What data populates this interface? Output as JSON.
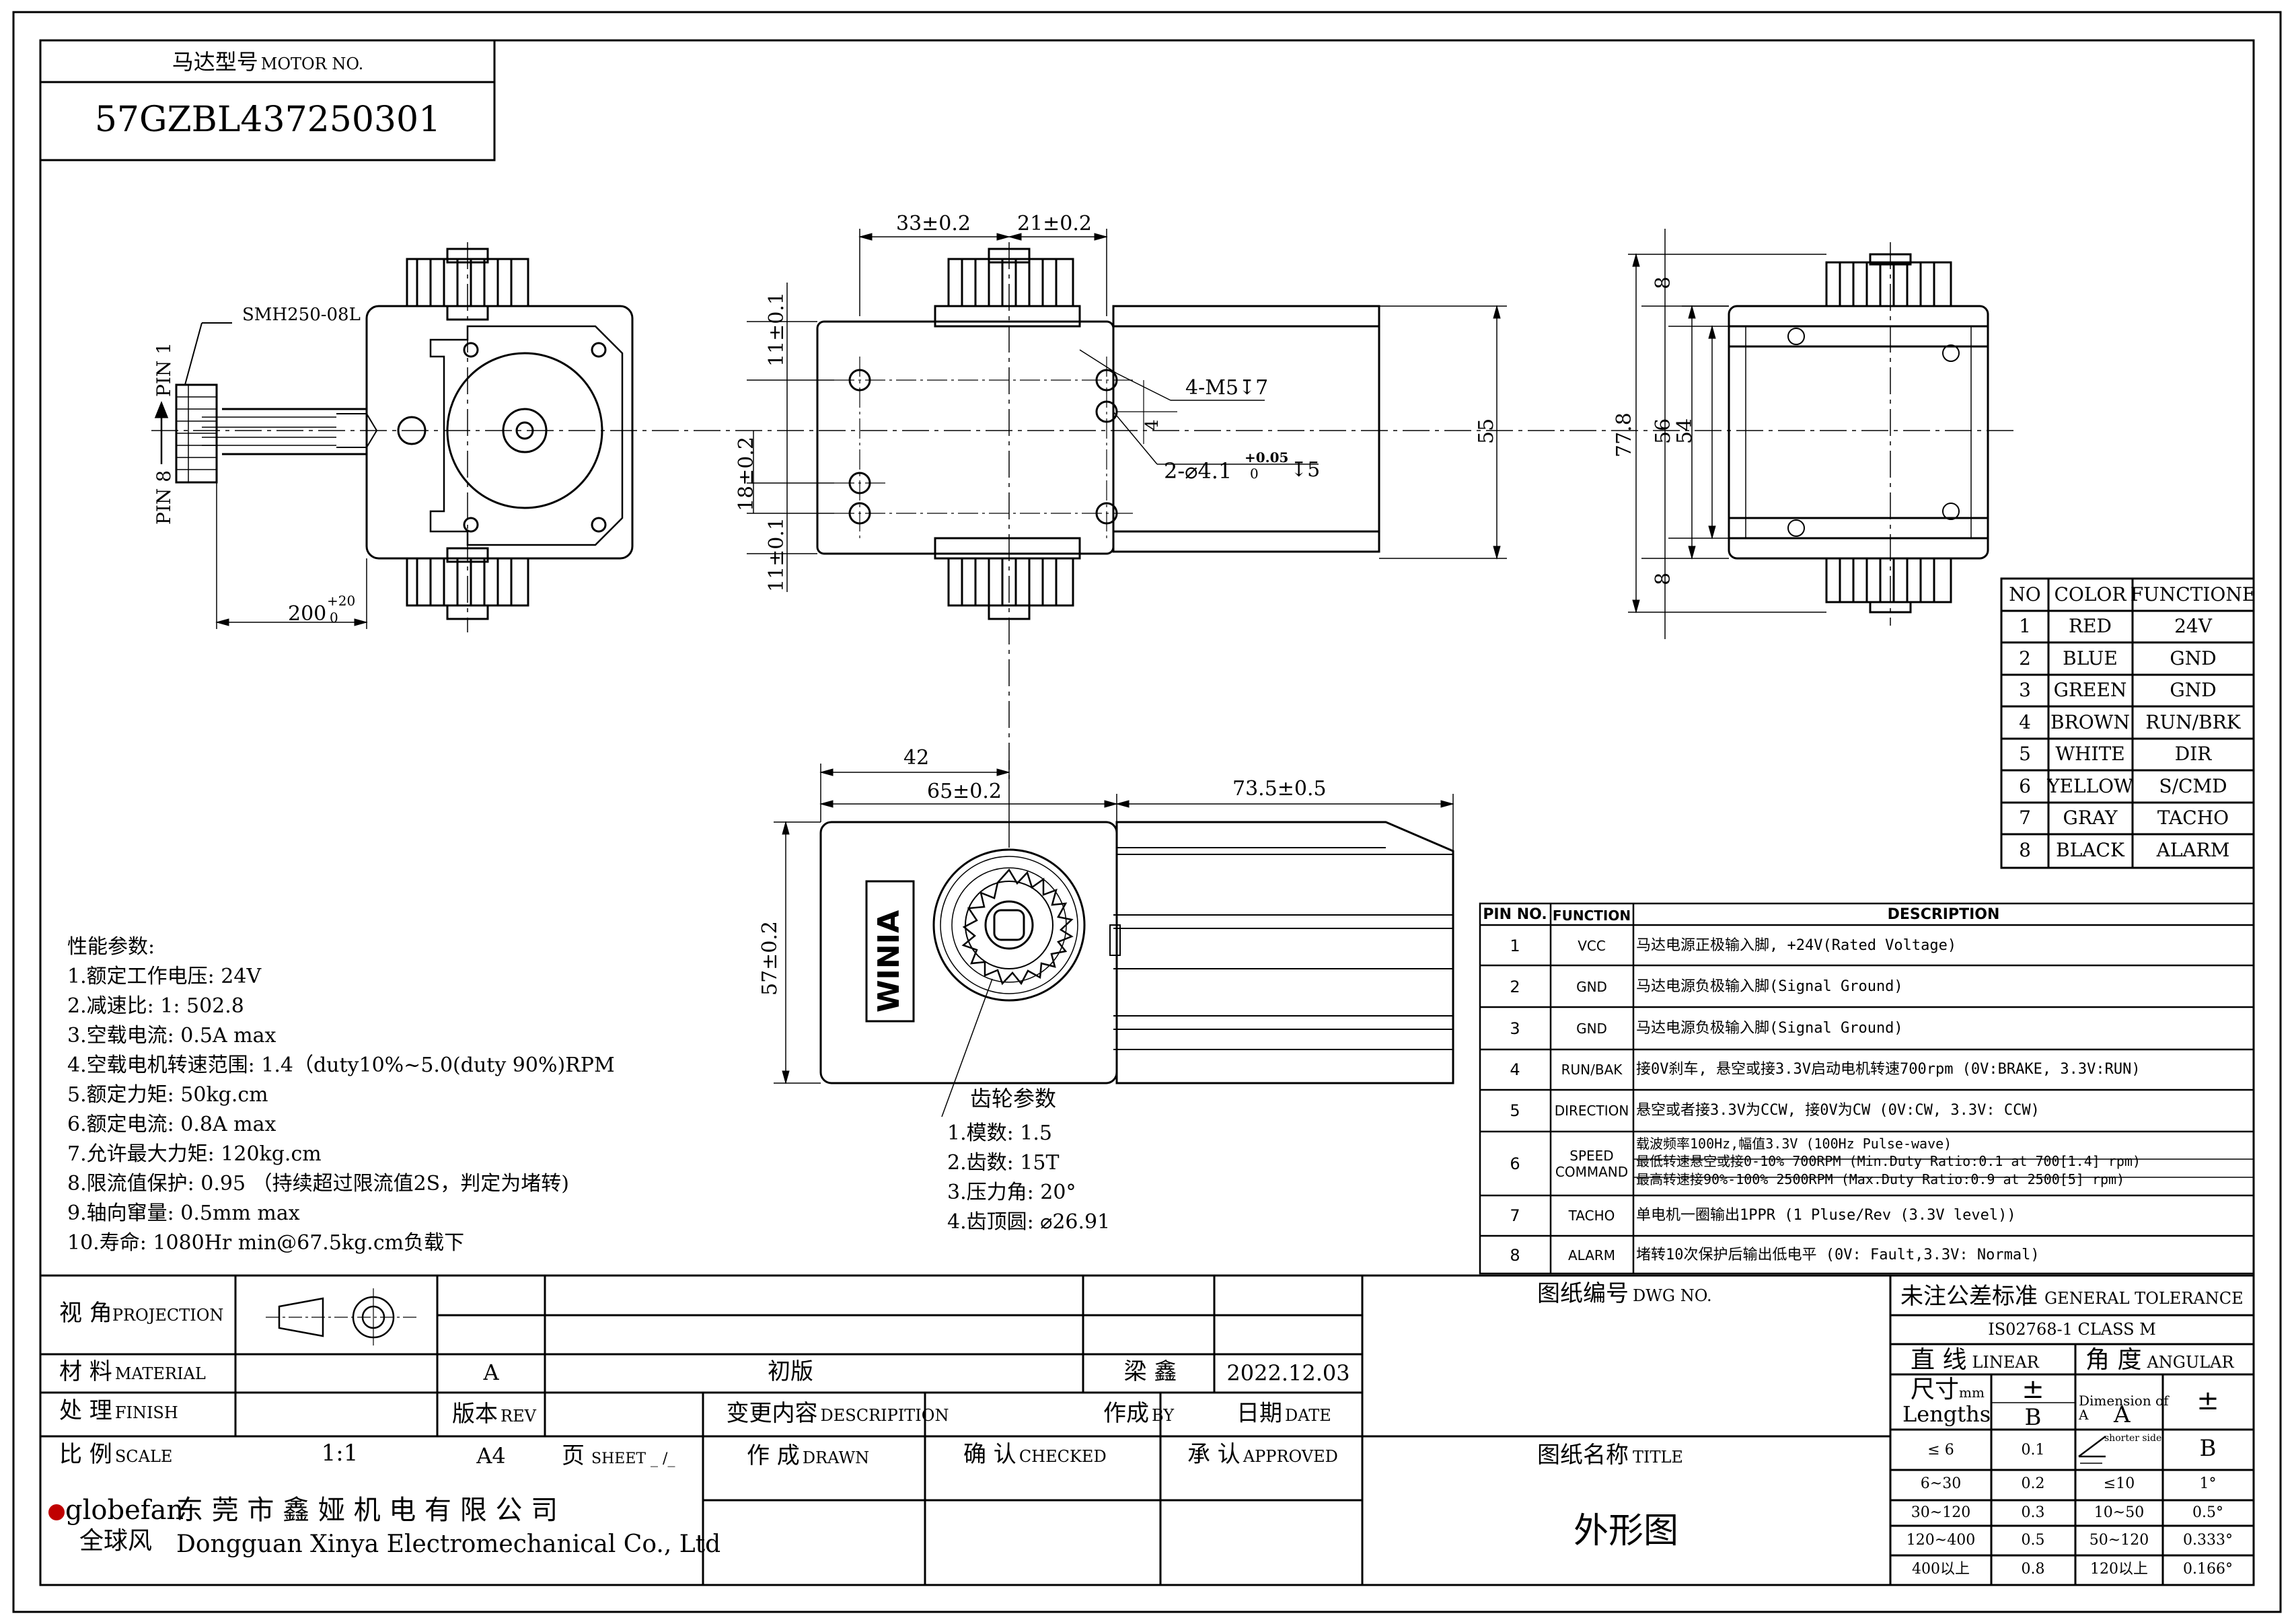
{
  "motor_header": {
    "label": "马达型号",
    "label_en": "MOTOR NO.",
    "model": "57GZBL437250301"
  },
  "view_left": {
    "connector": "SMH250-08L",
    "pin1": "PIN 1",
    "pin8": "PIN 8",
    "cable_length": "200",
    "cable_tol_upper": "+20",
    "cable_tol_lower": "0"
  },
  "view_front": {
    "dim_top_left": "33±0.2",
    "dim_top_right": "21±0.2",
    "dim_left_top": "11±0.1",
    "dim_left_mid": "18±0.2",
    "dim_left_bottom": "11±0.1",
    "hole_m5": "4-M5",
    "hole_m5_depth": "7",
    "hole_pin": "2-⌀4.1",
    "hole_pin_tol_upper": "+0.05",
    "hole_pin_tol_lower": "0",
    "hole_pin_depth": "5",
    "dim_small": "4",
    "dim_height": "55"
  },
  "view_right": {
    "dim_total": "77.8",
    "dim_a": "56",
    "dim_b": "54",
    "dim_top": "8",
    "dim_bottom": "8"
  },
  "view_bottom": {
    "dim_42": "42",
    "dim_65": "65±0.2",
    "dim_73": "73.5±0.5",
    "dim_57": "57±0.2",
    "brand": "WINIA"
  },
  "performance": {
    "title": "性能参数:",
    "items": [
      "1.额定工作电压: 24V",
      "2.减速比: 1: 502.8",
      "3.空载电流: 0.5A max",
      "4.空载电机转速范围: 1.4（duty10%~5.0(duty 90%)RPM",
      "5.额定力矩: 50kg.cm",
      "6.额定电流: 0.8A max",
      "7.允许最大力矩: 120kg.cm",
      "8.限流值保护: 0.95 （持续超过限流值2S，判定为堵转)",
      "9.轴向窜量: 0.5mm  max",
      "10.寿命: 1080Hr min@67.5kg.cm负载下"
    ]
  },
  "gear": {
    "title": "齿轮参数",
    "items": [
      "1.模数: 1.5",
      "2.齿数: 15T",
      "3.压力角: 20°",
      "4.齿顶圆: ⌀26.91"
    ]
  },
  "color_table": {
    "headers": [
      "NO",
      "COLOR",
      "FUNCTIONE"
    ],
    "rows": [
      [
        "1",
        "RED",
        "24V"
      ],
      [
        "2",
        "BLUE",
        "GND"
      ],
      [
        "3",
        "GREEN",
        "GND"
      ],
      [
        "4",
        "BROWN",
        "RUN/BRK"
      ],
      [
        "5",
        "WHITE",
        "DIR"
      ],
      [
        "6",
        "YELLOW",
        "S/CMD"
      ],
      [
        "7",
        "GRAY",
        "TACHO"
      ],
      [
        "8",
        "BLACK",
        "ALARM"
      ]
    ]
  },
  "pin_table": {
    "headers": [
      "PIN NO.",
      "FUNCTION",
      "DESCRIPTION"
    ],
    "rows": [
      {
        "no": "1",
        "fn": "VCC",
        "desc": [
          "马达电源正极输入脚, +24V(Rated Voltage)"
        ]
      },
      {
        "no": "2",
        "fn": "GND",
        "desc": [
          "马达电源负极输入脚(Signal Ground)"
        ]
      },
      {
        "no": "3",
        "fn": "GND",
        "desc": [
          "马达电源负极输入脚(Signal Ground)"
        ]
      },
      {
        "no": "4",
        "fn": "RUN/BAK",
        "desc": [
          "接0V刹车, 悬空或接3.3V启动电机转速700rpm (0V:BRAKE,   3.3V:RUN)"
        ]
      },
      {
        "no": "5",
        "fn": "DIRECTION",
        "desc": [
          "悬空或者接3.3V为CCW, 接0V为CW (0V:CW,  3.3V: CCW)"
        ]
      },
      {
        "no": "6",
        "fn": "SPEED COMMAND",
        "desc": [
          "载波频率100Hz,幅值3.3V (100Hz Pulse-wave)",
          "最低转速悬空或接0-10% 700RPM (Min.Duty Ratio:0.1 at 700[1.4] rpm)",
          "最高转速接90%-100% 2500RPM (Max.Duty Ratio:0.9 at 2500[5] rpm)"
        ]
      },
      {
        "no": "7",
        "fn": "TACHO",
        "desc": [
          "单电机一圈输出1PPR (1 Pluse/Rev (3.3V level))"
        ]
      },
      {
        "no": "8",
        "fn": "ALARM",
        "desc": [
          "堵转10次保护后输出低电平 (0V: Fault,3.3V: Normal)"
        ]
      }
    ]
  },
  "title_block": {
    "projection_zh": "视  角",
    "projection_en": "PROJECTION",
    "material_zh": "材 料",
    "material_en": "MATERIAL",
    "finish_zh": "处  理",
    "finish_en": "FINISH",
    "scale_zh": "比  例",
    "scale_en": "SCALE",
    "scale_value": "1:1",
    "rev_value": "A",
    "rev_zh": "版本",
    "rev_en": "REV",
    "size_value": "A4",
    "sheet_zh": "页",
    "sheet_en": "SHEET _ /_",
    "desc_value": "初版",
    "desc_zh": "变更内容",
    "desc_en": "DESCRIPITION",
    "by_value": "梁  鑫",
    "by_zh": "作成",
    "by_en": "BY",
    "date_value": "2022.12.03",
    "date_zh": "日期",
    "date_en": "DATE",
    "drawn_zh": "作 成",
    "drawn_en": "DRAWN",
    "checked_zh": "确 认",
    "checked_en": "CHECKED",
    "approved_zh": "承 认",
    "approved_en": "APPROVED",
    "dwg_zh": "图纸编号",
    "dwg_en": "DWG NO.",
    "title_zh": "图纸名称",
    "title_en": "TITLE",
    "title_value": "外形图",
    "logo_text": "globefan",
    "logo_zh": "全球风",
    "company_zh": "东 莞 市 鑫 娅 机 电 有 限 公 司",
    "company_en": "Dongguan Xinya Electromechanical Co., Ltd"
  },
  "tolerance": {
    "title_zh": "未注公差标准",
    "title_en": "GENERAL TOLERANCE",
    "standard": "IS02768-1  CLASS M",
    "linear_zh": "直 线",
    "linear_en": "LINEAR",
    "angular_zh": "角 度",
    "angular_en": "ANGULAR",
    "size_zh": "尺寸",
    "size_unit": "mm",
    "lengths": "Lengths",
    "pm": "±",
    "class_b": "B",
    "dim_of": "Dimension of",
    "a_small": "A",
    "a_big": "A",
    "shorter_side": "shorter side",
    "rows": [
      [
        "≤ 6",
        "0.1",
        "≤10",
        "1°"
      ],
      [
        "6~30",
        "0.2",
        "10~50",
        "0.5°"
      ],
      [
        "30~120",
        "0.3",
        "50~120",
        "0.333°"
      ],
      [
        "120~400",
        "0.5",
        "120以上",
        "0.166°"
      ],
      [
        "400以上",
        "0.8",
        "",
        ""
      ]
    ]
  }
}
